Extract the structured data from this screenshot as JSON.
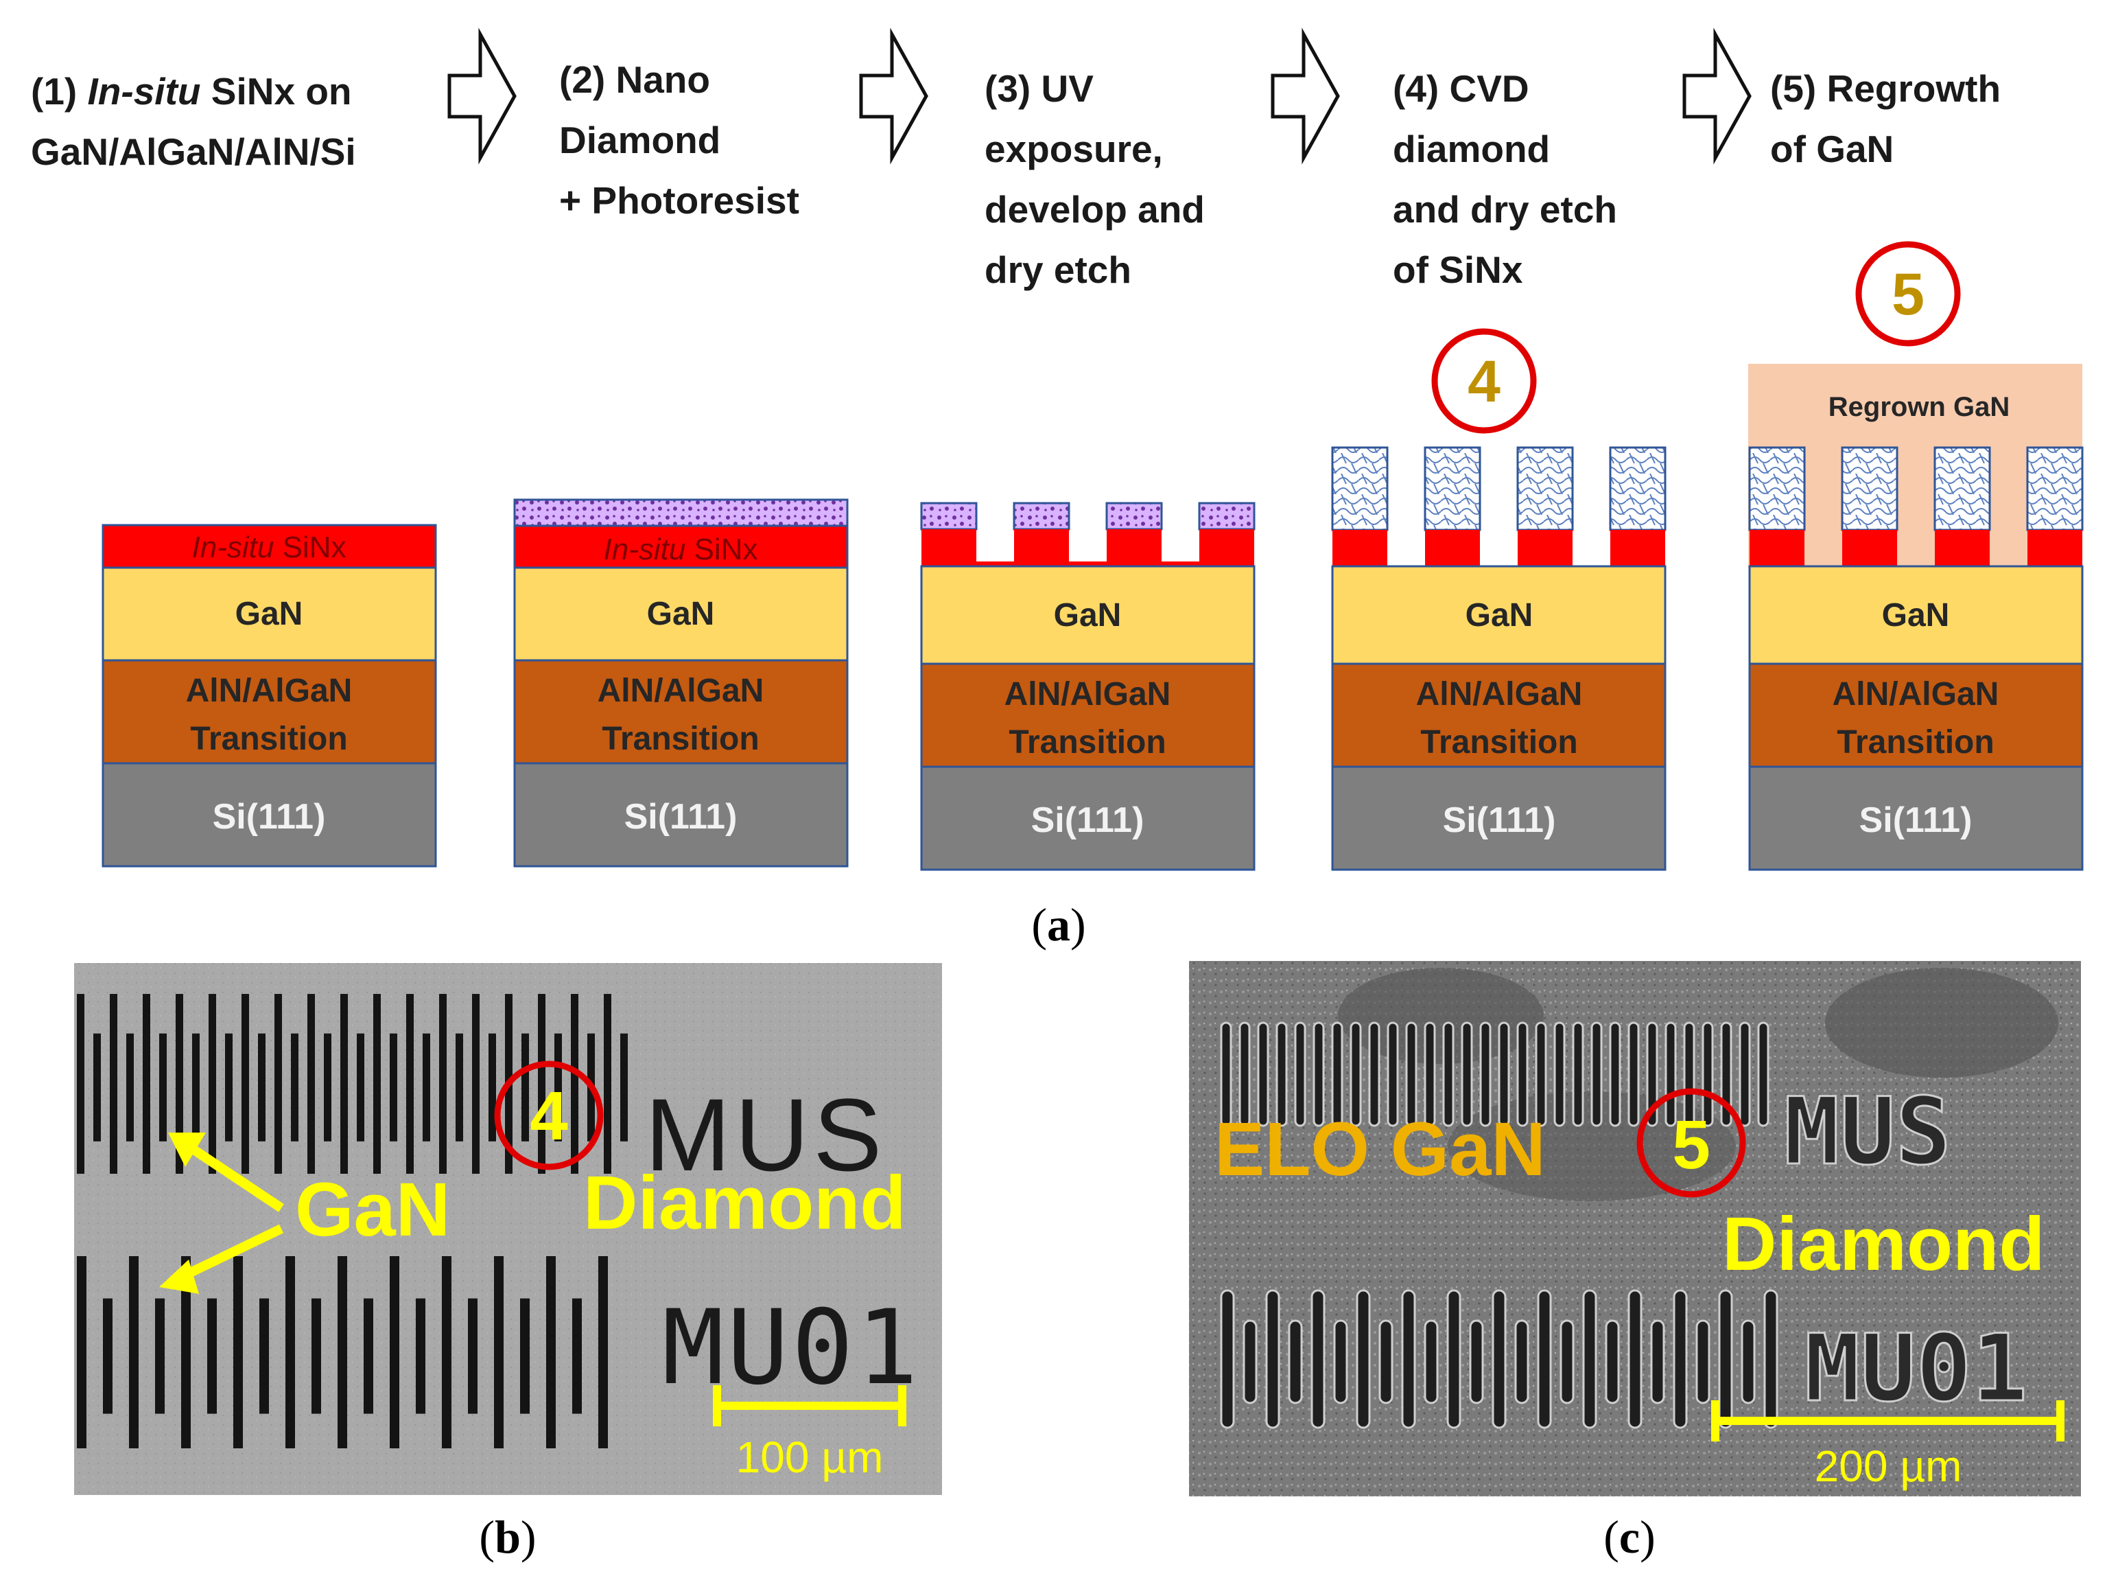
{
  "colors": {
    "sinx": "#ff0000",
    "gan": "#ffd966",
    "transition": "#c55a11",
    "si": "#7f7f7f",
    "regrown": "#f8cbad",
    "outline": "#2f5597",
    "circle": "#e00000",
    "number_gold": "#bf9000",
    "sem_yellow": "#ffff00"
  },
  "steps": [
    {
      "prefix": "(1) ",
      "em": "In-situ",
      "line1": " SiNx on",
      "line2": "GaN/AlGaN/AlN/Si"
    },
    {
      "line1": "(2) Nano",
      "line2": "Diamond",
      "line3": "+ Photoresist"
    },
    {
      "line1": "(3) UV",
      "line2": "exposure,",
      "line3": "develop and",
      "line4": "dry etch"
    },
    {
      "line1": "(4) CVD",
      "line2": "diamond",
      "line3": "and dry etch",
      "line4": "of SiNx"
    },
    {
      "line1": "(5) Regrowth",
      "line2": "of GaN"
    }
  ],
  "layers": {
    "sinx_em": "In-situ",
    "sinx_rest": " SiNx",
    "gan": "GaN",
    "transition_1": "AlN/AlGaN",
    "transition_2": "Transition",
    "si": "Si(111)",
    "regrown": "Regrown GaN"
  },
  "markers": {
    "step4": "4",
    "step5": "5"
  },
  "panel_labels": {
    "a": "a",
    "b": "b",
    "c": "c"
  },
  "sem_b": {
    "marker": "4",
    "gan": "GaN",
    "diamond": "Diamond",
    "mark_top": "MUS",
    "mark_bottom": "MU01",
    "scale": "100 µm"
  },
  "sem_c": {
    "marker": "5",
    "elo": "ELO GaN",
    "diamond": "Diamond",
    "mark_top": "MUS",
    "mark_bottom": "MU01",
    "scale": "200 µm"
  }
}
